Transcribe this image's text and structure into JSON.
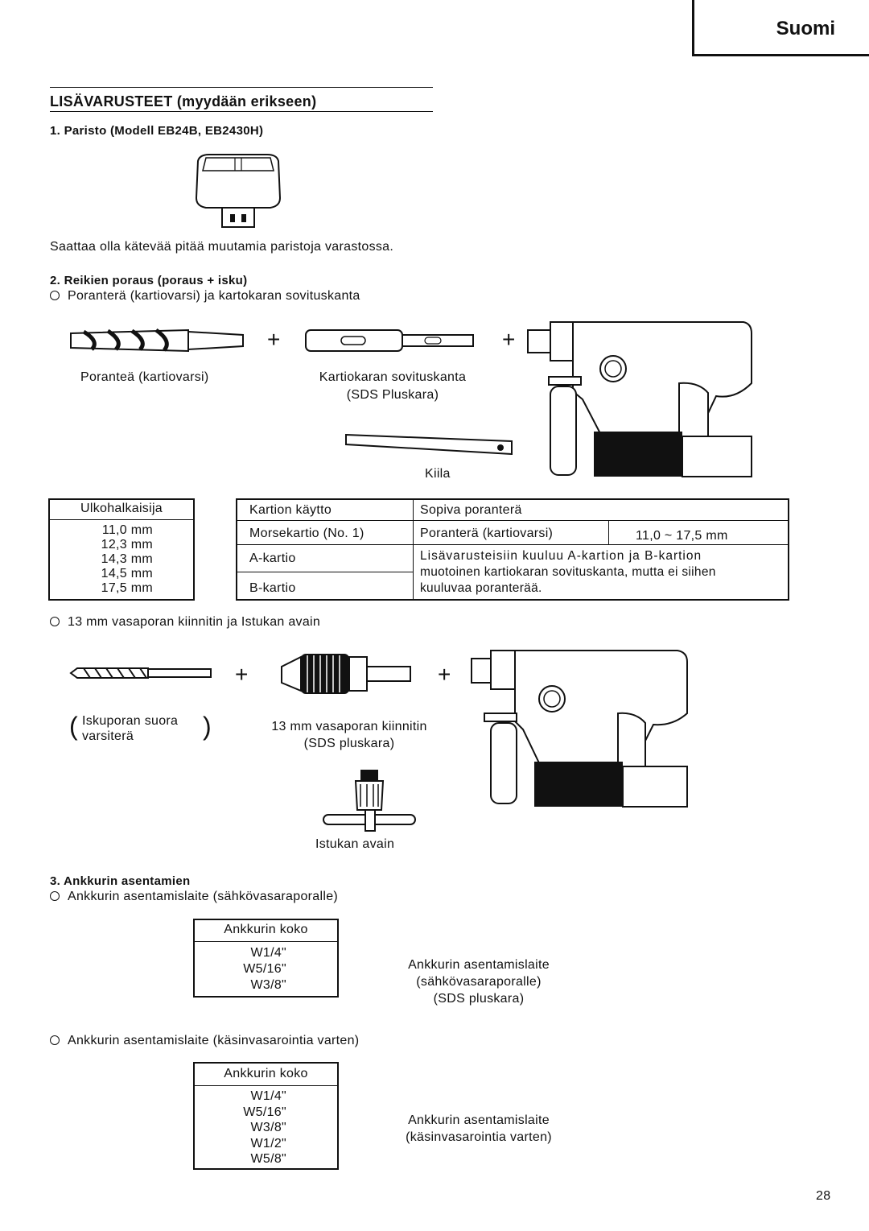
{
  "header": {
    "language": "Suomi"
  },
  "section_title": "LISÄVARUSTEET (myydään erikseen)",
  "battery": {
    "heading": "1. Paristo (Modell EB24B, EB2430H)",
    "note": "Saattaa olla kätevää pitää muutamia paristoja varastossa."
  },
  "drilling": {
    "heading": "2. Reikien poraus (poraus + isku)",
    "item1": "Poranterä (kartiovarsi) ja kartokaran sovituskanta",
    "drill_label": "Poranteä (kartiovarsi)",
    "adapter_label_1": "Kartiokaran sovituskanta",
    "adapter_label_2": "(SDS Pluskara)",
    "wedge_label": "Kiila",
    "outer_table": {
      "header": "Ulkohalkaisija",
      "values": [
        "11,0 mm",
        "12,3 mm",
        "14,3 mm",
        "14,5 mm",
        "17,5 mm"
      ]
    },
    "taper_table": {
      "col1_header": "Kartion käytto",
      "col2_header": "Sopiva poranterä",
      "row1_c1": "Morsekartio (No. 1)",
      "row1_c2": "Poranterä (kartiovarsi)",
      "row1_c3": "11,0 ~ 17,5 mm",
      "row2_c1": "A-kartio",
      "row3_c1": "B-kartio",
      "note_line1": "Lisävarusteisiin kuuluu A-kartion ja B-kartion",
      "note_line2": "muotoinen kartiokaran sovituskanta, mutta ei siihen",
      "note_line3": "kuuluvaa poranterää."
    },
    "item2": "13 mm vasaporan kiinnitin ja Istukan avain",
    "straight_bit_1": "Iskuporan suora",
    "straight_bit_2": "varsiterä",
    "chuck_label_1": "13 mm vasaporan kiinnitin",
    "chuck_label_2": "(SDS pluskara)",
    "key_label": "Istukan avain"
  },
  "anchor": {
    "heading": "3. Ankkurin asentamien",
    "item1": "Ankkurin asentamislaite (sähkövasaraporalle)",
    "table1": {
      "header": "Ankkurin koko",
      "values": [
        "W1/4\"",
        "W5/16\"",
        "W3/8\""
      ]
    },
    "label1": [
      "Ankkurin asentamislaite",
      "(sähkövasaraporalle)",
      "(SDS pluskara)"
    ],
    "item2": "Ankkurin asentamislaite (käsinvasarointia varten)",
    "table2": {
      "header": "Ankkurin koko",
      "values": [
        "W1/4\"",
        "W5/16\"",
        "W3/8\"",
        "W1/2\"",
        "W5/8\""
      ]
    },
    "label2": [
      "Ankkurin asentamislaite",
      "(käsinvasarointia varten)"
    ]
  },
  "page_number": "28"
}
